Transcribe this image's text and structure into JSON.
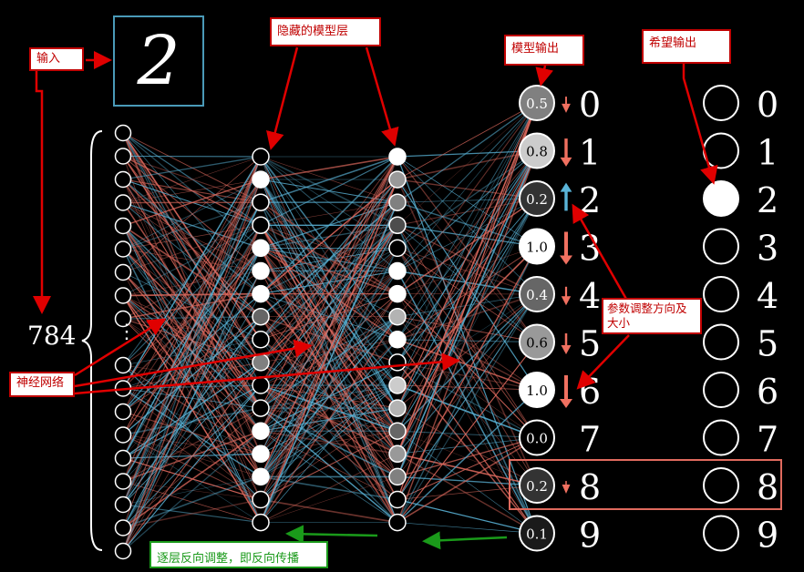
{
  "labels": {
    "input": "输入",
    "hidden_layers": "隐藏的模型层",
    "model_output": "模型输出",
    "desired_output": "希望输出",
    "param_adjust": "参数调整方向及大小",
    "network": "神经网络",
    "backprop": "逐层反向调整，即反向传播",
    "input_count": "784",
    "ellipsis": "⋮"
  },
  "input_digit": "2",
  "model_outputs": [
    {
      "digit": "0",
      "value": "0.5",
      "level": 0.5,
      "direction": "down",
      "magnitude": 0.3
    },
    {
      "digit": "1",
      "value": "0.8",
      "level": 0.8,
      "direction": "down",
      "magnitude": 0.8
    },
    {
      "digit": "2",
      "value": "0.2",
      "level": 0.2,
      "direction": "up",
      "magnitude": 0.8
    },
    {
      "digit": "3",
      "value": "1.0",
      "level": 1.0,
      "direction": "down",
      "magnitude": 1.0
    },
    {
      "digit": "4",
      "value": "0.4",
      "level": 0.4,
      "direction": "down",
      "magnitude": 0.4
    },
    {
      "digit": "5",
      "value": "0.6",
      "level": 0.6,
      "direction": "down",
      "magnitude": 0.5
    },
    {
      "digit": "6",
      "value": "1.0",
      "level": 1.0,
      "direction": "down",
      "magnitude": 1.0
    },
    {
      "digit": "7",
      "value": "0.0",
      "level": 0.0,
      "direction": "none",
      "magnitude": 0.0
    },
    {
      "digit": "8",
      "value": "0.2",
      "level": 0.2,
      "direction": "down",
      "magnitude": 0.15
    },
    {
      "digit": "9",
      "value": "0.1",
      "level": 0.1,
      "direction": "none",
      "magnitude": 0.05
    }
  ],
  "desired_outputs": [
    {
      "digit": "0",
      "level": 0
    },
    {
      "digit": "1",
      "level": 0
    },
    {
      "digit": "2",
      "level": 1
    },
    {
      "digit": "3",
      "level": 0
    },
    {
      "digit": "4",
      "level": 0
    },
    {
      "digit": "5",
      "level": 0
    },
    {
      "digit": "6",
      "level": 0
    },
    {
      "digit": "7",
      "level": 0
    },
    {
      "digit": "8",
      "level": 0
    },
    {
      "digit": "9",
      "level": 0
    }
  ],
  "hidden1_levels": [
    0,
    1,
    0,
    0,
    1,
    1,
    1,
    0.4,
    0,
    0.5,
    0,
    0,
    1,
    1,
    1,
    0,
    0
  ],
  "hidden2_levels": [
    1,
    0.6,
    0.5,
    0.3,
    0,
    1,
    1,
    0.7,
    1,
    0,
    0.8,
    0.7,
    0.4,
    0.6,
    0.5,
    0,
    0
  ],
  "colors": {
    "background": "#000000",
    "positive_weight": "#e06a5e",
    "negative_weight": "#5ab4d8",
    "annotation_red": "#c00000",
    "annotation_green": "#1a9a1a",
    "down_arrow": "#f07060",
    "up_arrow": "#5ab4d8",
    "input_frame": "#4a9ab8",
    "highlight_box": "#e06a5e"
  }
}
